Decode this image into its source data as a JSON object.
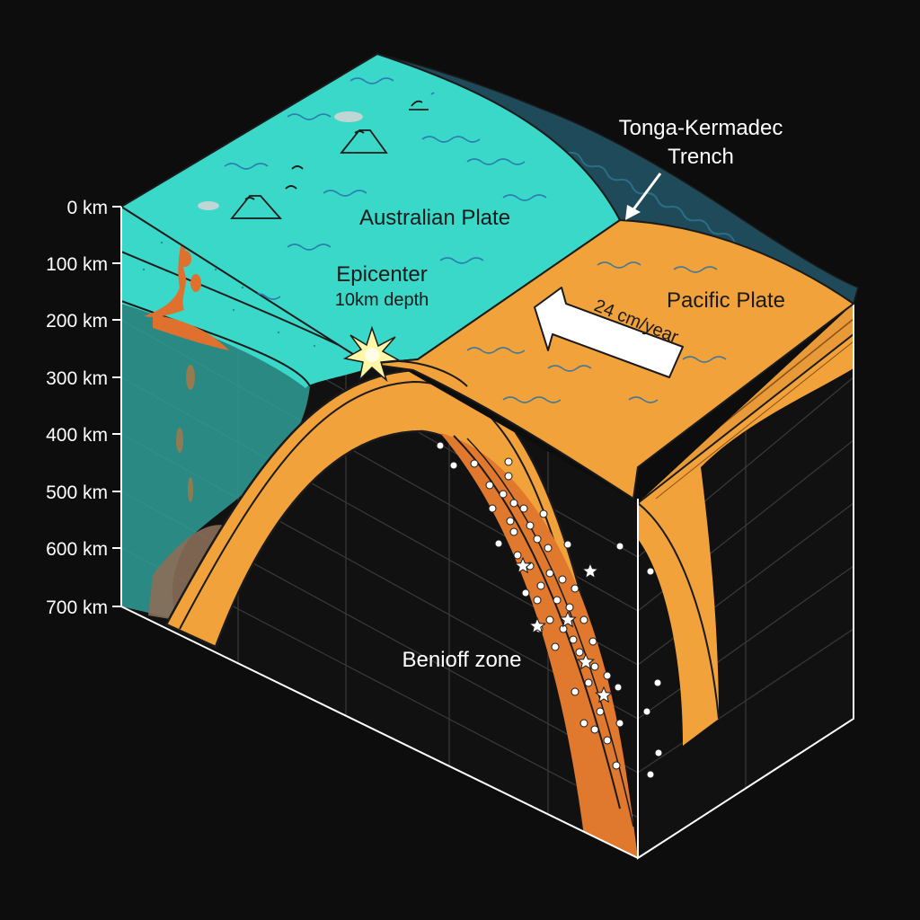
{
  "diagram": {
    "depth_axis": [
      "0 km",
      "100 km",
      "200 km",
      "300 km",
      "400 km",
      "500 km",
      "600 km",
      "700 km"
    ],
    "labels": {
      "australian_plate": "Australian Plate",
      "pacific_plate": "Pacific Plate",
      "trench_line1": "Tonga-Kermadec",
      "trench_line2": "Trench",
      "epicenter_line1": "Epicenter",
      "epicenter_line2": "10km depth",
      "rate": "24 cm/year",
      "benioff": "Benioff zone"
    },
    "colors": {
      "background": "#0d0d0d",
      "ocean_australian": "#3ad8c8",
      "ocean_pacific": "#1f4a5a",
      "pacific_plate": "#f2a23a",
      "slab_dark": "#e0782e",
      "mantle_teal": "#2f9f98",
      "magma": "#e0702e",
      "quake_dot": "#ffffff"
    }
  }
}
